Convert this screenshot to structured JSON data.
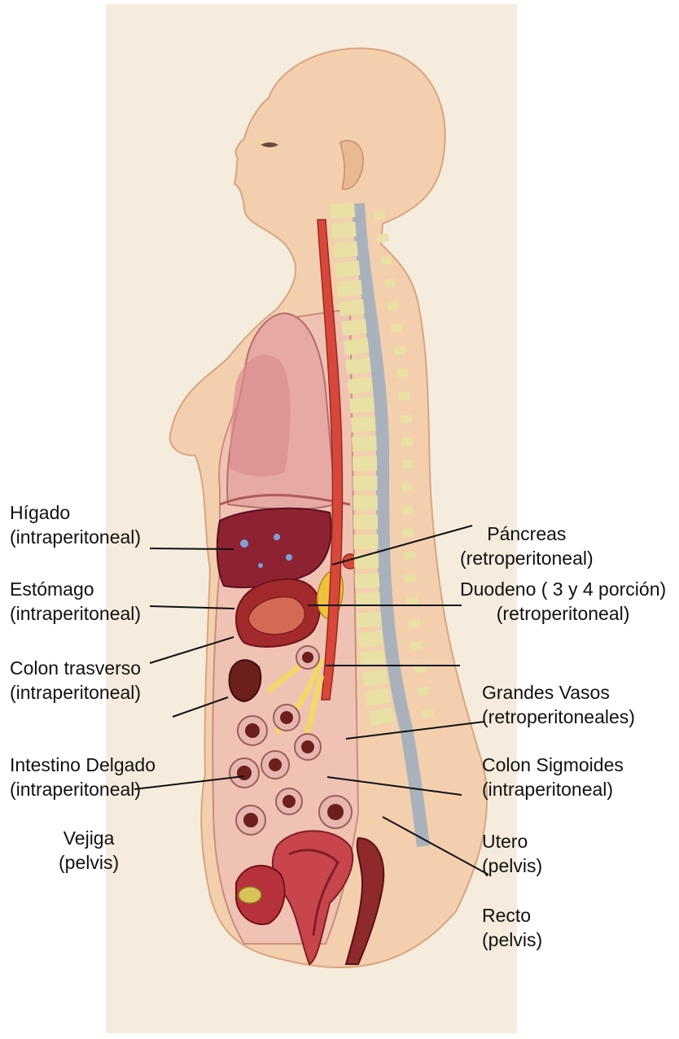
{
  "colors": {
    "background": "#ffffff",
    "paper": "#f6ecdd",
    "skin": "#f3cfae",
    "skin_shadow": "#e3b38e",
    "lung": "#e7a9a4",
    "liver": "#8e2233",
    "stomach": "#a22a2c",
    "bowel_outer": "#e7b6b0",
    "bowel_inner": "#6d1f1c",
    "vertebra": "#e8e0a4",
    "disc": "#c9c27a",
    "spinal_cord": "#a9b1bd",
    "aorta": "#d8473b",
    "pancreas": "#efc23c",
    "mesentery": "#f3d768",
    "uterus": "#c9454c",
    "bladder": "#b7323a",
    "leader_line": "#111111"
  },
  "labels": [
    {
      "id": "higado",
      "line1": "Hígado",
      "line2": "(intraperitoneal)"
    },
    {
      "id": "estomago",
      "line1": "Estómago",
      "line2": "(intraperitoneal)"
    },
    {
      "id": "colon_trasverso",
      "line1": "Colon trasverso",
      "line2": "(intraperitoneal)"
    },
    {
      "id": "intestino_delgado",
      "line1": "Intestino Delgado",
      "line2": "(intraperitoneal)"
    },
    {
      "id": "vejiga",
      "line1": "Vejiga",
      "line2": "(pelvis)"
    },
    {
      "id": "pancreas",
      "line1": "Páncreas",
      "line2": "(retroperitoneal)"
    },
    {
      "id": "duodeno",
      "line1": "Duodeno ( 3 y 4 porción)",
      "line2": "(retroperitoneal)"
    },
    {
      "id": "grandes_vasos",
      "line1": "Grandes Vasos",
      "line2": "(retroperitoneales)"
    },
    {
      "id": "colon_sigmoides",
      "line1": "Colon Sigmoides",
      "line2": "(intraperitoneal)"
    },
    {
      "id": "utero",
      "line1": "Utero",
      "line2": "(pelvis)"
    },
    {
      "id": "recto",
      "line1": "Recto",
      "line2": "(pelvis)"
    }
  ]
}
